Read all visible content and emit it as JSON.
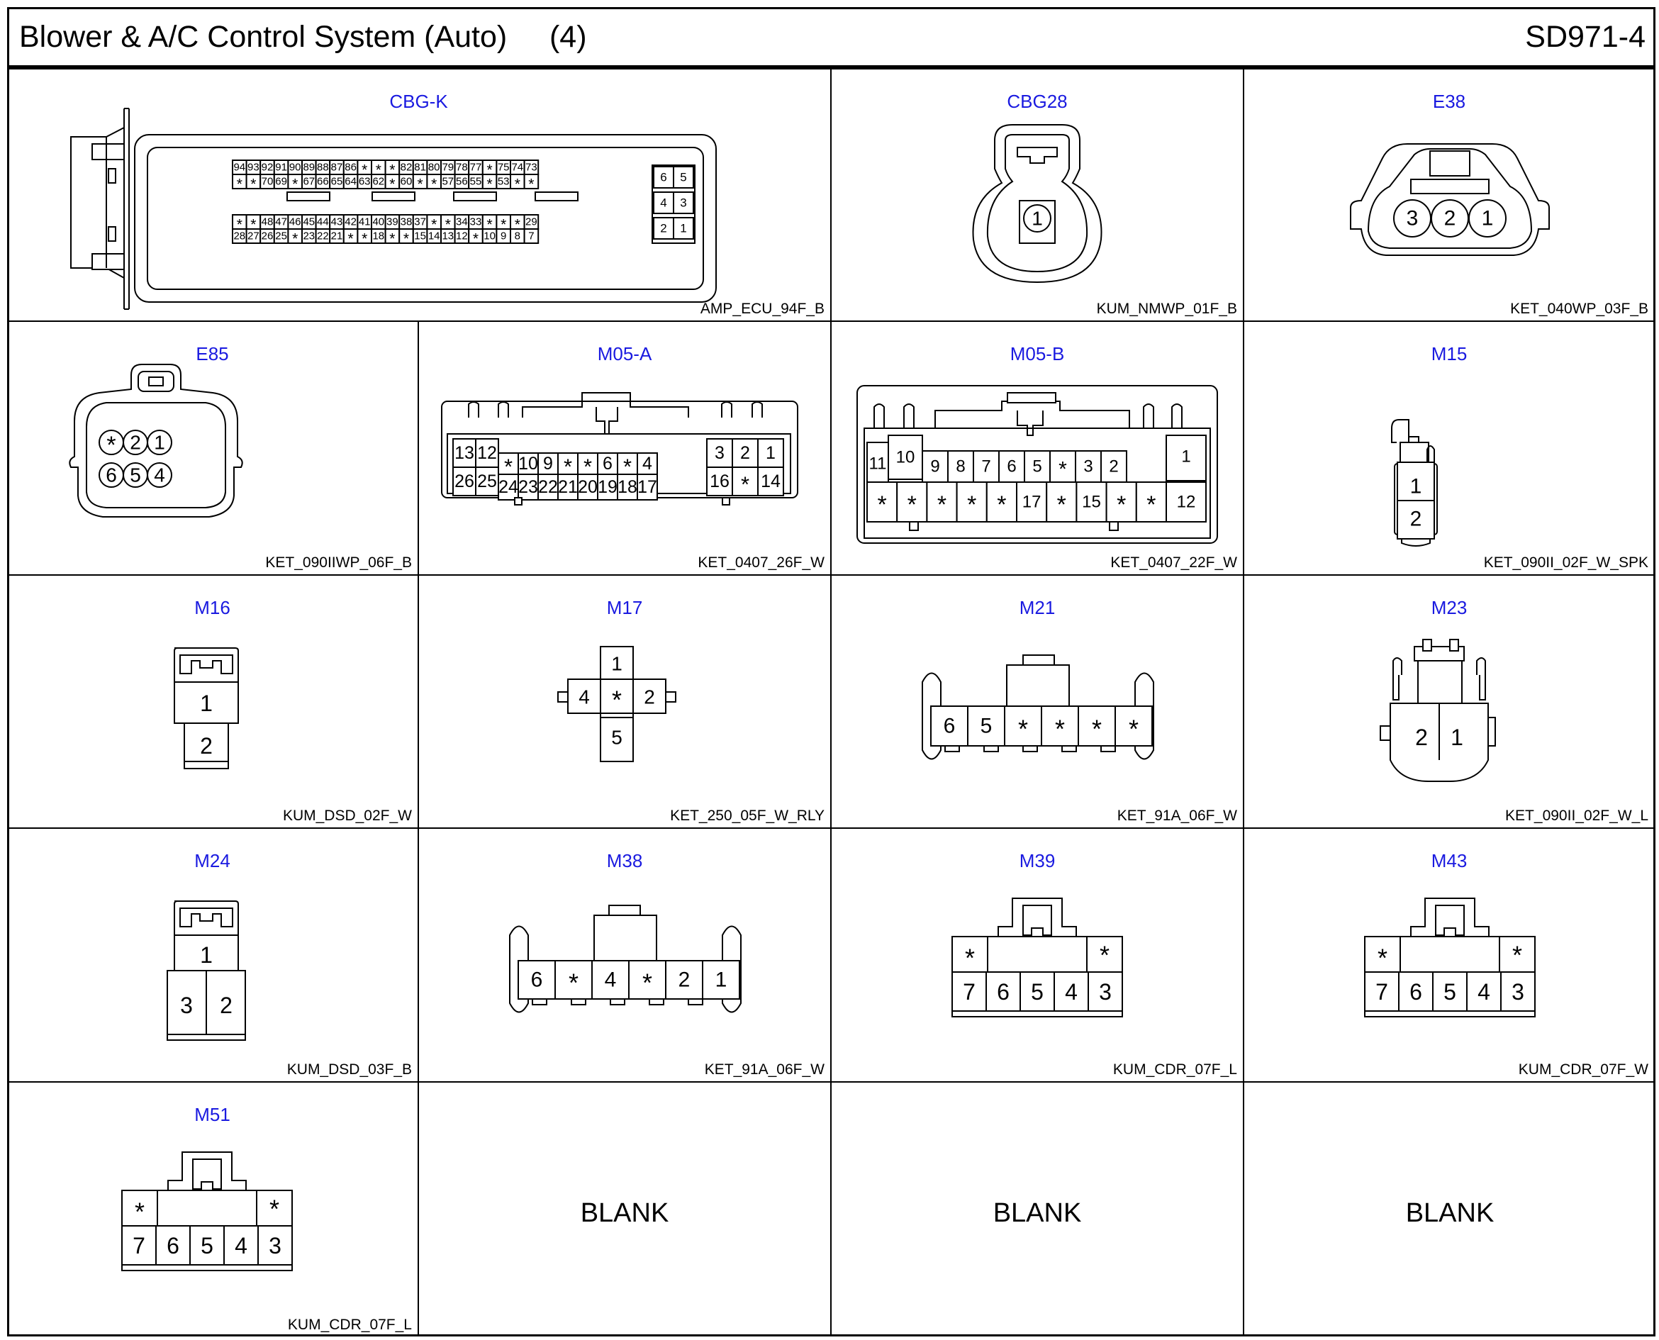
{
  "header": {
    "title": "Blower & A/C Control System (Auto)     (4)",
    "sheet": "SD971-4"
  },
  "connectors": {
    "cbgk": {
      "name": "CBG-K",
      "part": "AMP_ECU_94F_B",
      "rows": [
        [
          "94",
          "93",
          "92",
          "91",
          "90",
          "89",
          "88",
          "87",
          "86",
          "*",
          "*",
          "*",
          "82",
          "81",
          "80",
          "79",
          "78",
          "77",
          "*",
          "75",
          "74",
          "73"
        ],
        [
          "*",
          "*",
          "70",
          "69",
          "*",
          "67",
          "66",
          "65",
          "64",
          "63",
          "62",
          "*",
          "60",
          "*",
          "*",
          "57",
          "56",
          "55",
          "*",
          "53",
          "*",
          "*"
        ],
        [
          "*",
          "*",
          "48",
          "47",
          "46",
          "45",
          "44",
          "43",
          "42",
          "41",
          "40",
          "39",
          "38",
          "37",
          "*",
          "*",
          "34",
          "33",
          "*",
          "*",
          "*",
          "29"
        ],
        [
          "28",
          "27",
          "26",
          "25",
          "*",
          "23",
          "22",
          "21",
          "*",
          "*",
          "18",
          "*",
          "*",
          "15",
          "14",
          "13",
          "12",
          "*",
          "10",
          "9",
          "8",
          "7"
        ]
      ],
      "side": [
        [
          "6",
          "5"
        ],
        [
          "4",
          "3"
        ],
        [
          "2",
          "1"
        ]
      ]
    },
    "cbg28": {
      "name": "CBG28",
      "part": "KUM_NMWP_01F_B",
      "pins": [
        "1"
      ]
    },
    "e38": {
      "name": "E38",
      "part": "KET_040WP_03F_B",
      "pins": [
        "3",
        "2",
        "1"
      ]
    },
    "e85": {
      "name": "E85",
      "part": "KET_090IIWP_06F_B",
      "top": [
        "*",
        "2",
        "1"
      ],
      "bottom": [
        "6",
        "5",
        "4"
      ]
    },
    "m05a": {
      "name": "M05-A",
      "part": "KET_0407_26F_W",
      "leftTop": [
        "13",
        "12"
      ],
      "leftBot": [
        "26",
        "25"
      ],
      "midTop": [
        "*",
        "10",
        "9",
        "*",
        "*",
        "6",
        "*",
        "4"
      ],
      "midBot": [
        "24",
        "23",
        "22",
        "21",
        "20",
        "19",
        "18",
        "17"
      ],
      "rightTop": [
        "3",
        "2",
        "1"
      ],
      "rightBot": [
        "16",
        "*",
        "14"
      ]
    },
    "m05b": {
      "name": "M05-B",
      "part": "KET_0407_22F_W",
      "leftTop": [
        "11",
        "10"
      ],
      "midTop": [
        "9",
        "8",
        "7",
        "6",
        "5",
        "*",
        "3",
        "2"
      ],
      "rightTop": [
        "1"
      ],
      "bottom": [
        "*",
        "*",
        "*",
        "*",
        "*",
        "17",
        "*",
        "15",
        "*",
        "*"
      ],
      "rightBot": [
        "12"
      ]
    },
    "m15": {
      "name": "M15",
      "part": "KET_090II_02F_W_SPK",
      "pins": [
        "1",
        "2"
      ]
    },
    "m16": {
      "name": "M16",
      "part": "KUM_DSD_02F_W",
      "pins": [
        "1",
        "2"
      ]
    },
    "m17": {
      "name": "M17",
      "part": "KET_250_05F_W_RLY",
      "top": "1",
      "left": "4",
      "center": "*",
      "right": "2",
      "bottom": "5"
    },
    "m21": {
      "name": "M21",
      "part": "KET_91A_06F_W",
      "pins": [
        "6",
        "5",
        "*",
        "*",
        "*",
        "*"
      ]
    },
    "m23": {
      "name": "M23",
      "part": "KET_090II_02F_W_L",
      "pins": [
        "2",
        "1"
      ]
    },
    "m24": {
      "name": "M24",
      "part": "KUM_DSD_03F_B",
      "top": "1",
      "bottom": [
        "3",
        "2"
      ]
    },
    "m38": {
      "name": "M38",
      "part": "KET_91A_06F_W",
      "pins": [
        "6",
        "*",
        "4",
        "*",
        "2",
        "1"
      ]
    },
    "m39": {
      "name": "M39",
      "part": "KUM_CDR_07F_L",
      "topLeft": "*",
      "topRight": "*",
      "bottom": [
        "7",
        "6",
        "5",
        "4",
        "3"
      ]
    },
    "m43": {
      "name": "M43",
      "part": "KUM_CDR_07F_W",
      "topLeft": "*",
      "topRight": "*",
      "bottom": [
        "7",
        "6",
        "5",
        "4",
        "3"
      ]
    },
    "m51": {
      "name": "M51",
      "part": "KUM_CDR_07F_L",
      "topLeft": "*",
      "topRight": "*",
      "bottom": [
        "7",
        "6",
        "5",
        "4",
        "3"
      ]
    }
  },
  "blanks": [
    "BLANK",
    "BLANK",
    "BLANK"
  ]
}
